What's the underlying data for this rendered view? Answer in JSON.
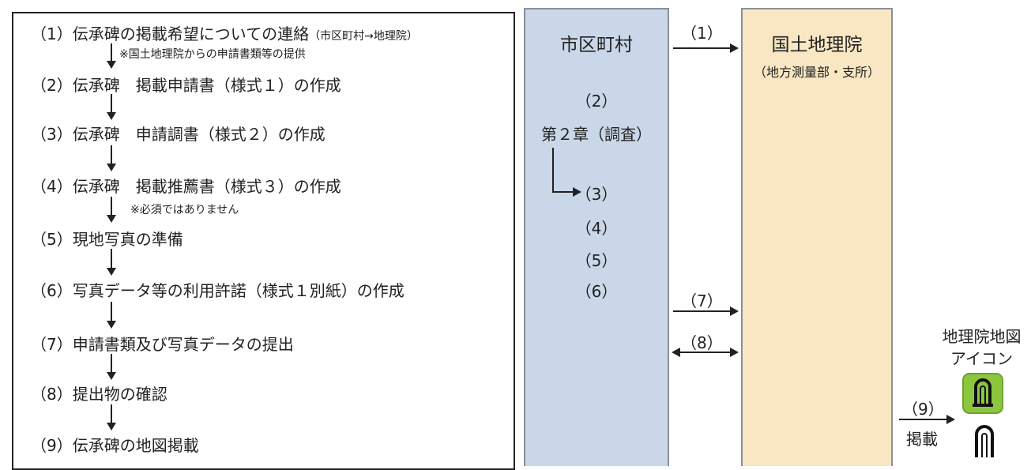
{
  "steps": [
    {
      "label": "（1）伝承碑の掲載希望についての連絡",
      "sub": "（市区町村→地理院）"
    },
    {
      "label": "（2）伝承碑　掲載申請書（様式１）の作成"
    },
    {
      "label": "（3）伝承碑　申請調書（様式２）の作成"
    },
    {
      "label": "（4）伝承碑　掲載推薦書（様式３）の作成"
    },
    {
      "label": "（5）現地写真の準備"
    },
    {
      "label": "（6）写真データ等の利用許諾（様式１別紙）の作成"
    },
    {
      "label": "（7）申請書類及び写真データの提出"
    },
    {
      "label": "（8）提出物の確認"
    },
    {
      "label": "（9）伝承碑の地図掲載"
    }
  ],
  "notes": {
    "after_step1": "※国土地理院からの申請書類等の提供",
    "after_step4": "※必須ではありません"
  },
  "municipality": {
    "title": "市区町村",
    "step2": "（2）",
    "chapter": "第２章（調査）",
    "step3": "（3）",
    "step4": "（4）",
    "step5": "（5）",
    "step6": "（6）"
  },
  "gsi": {
    "title": "国土地理院",
    "subtitle": "（地方測量部・支所）"
  },
  "arrows": {
    "a1": "（1）",
    "a7": "（7）",
    "a8": "（8）",
    "a9": "（9）",
    "a9_caption": "掲載"
  },
  "icon_caption": {
    "line1": "地理院地図",
    "line2": "アイコン"
  },
  "colors": {
    "municipality_bg": "#c9d7e8",
    "gsi_bg": "#f8e7c2",
    "icon_green": "#8cc63f"
  }
}
